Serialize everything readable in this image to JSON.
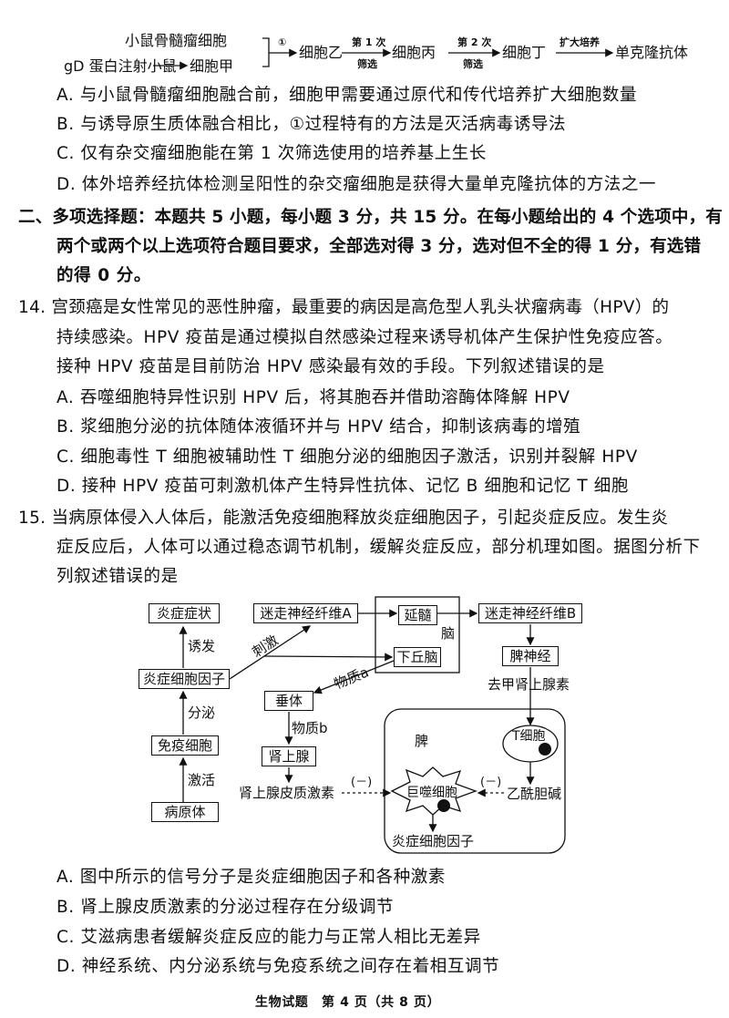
{
  "flow": {
    "myeloma": "小鼠骨髓瘤细胞",
    "injected": "gD 蛋白注射小鼠",
    "cell_jia": "细胞甲",
    "step1": "①",
    "cell_yi": "细胞乙",
    "screen1_top": "第 1 次",
    "screen1_bottom": "筛选",
    "cell_bing": "细胞丙",
    "screen2_top": "第 2 次",
    "screen2_bottom": "筛选",
    "cell_ding": "细胞丁",
    "expand": "扩大培养",
    "result": "单克隆抗体"
  },
  "q13_options": [
    "A. 与小鼠骨髓瘤细胞融合前，细胞甲需要通过原代和传代培养扩大细胞数量",
    "B. 与诱导原生质体融合相比，①过程特有的方法是灭活病毒诱导法",
    "C. 仅有杂交瘤细胞能在第 1 次筛选使用的培养基上生长",
    "D. 体外培养经抗体检测呈阳性的杂交瘤细胞是获得大量单克隆抗体的方法之一"
  ],
  "section2": [
    "二、多项选择题：本题共 5 小题，每小题 3 分，共 15 分。在每小题给出的 4 个选项中，有",
    "两个或两个以上选项符合题目要求，全部选对得 3 分，选对但不全的得 1 分，有选错",
    "的得 0 分。"
  ],
  "q14": {
    "stem": [
      "14. 宫颈癌是女性常见的恶性肿瘤，最重要的病因是高危型人乳头状瘤病毒（HPV）的",
      "持续感染。HPV 疫苗是通过模拟自然感染过程来诱导机体产生保护性免疫应答。",
      "接种 HPV 疫苗是目前防治 HPV 感染最有效的手段。下列叙述错误的是"
    ],
    "options": [
      "A. 吞噬细胞特异性识别 HPV 后，将其胞吞并借助溶酶体降解 HPV",
      "B. 浆细胞分泌的抗体随体液循环并与 HPV 结合，抑制该病毒的增殖",
      "C. 细胞毒性 T 细胞被辅助性 T 细胞分泌的细胞因子激活，识别并裂解 HPV",
      "D. 接种 HPV 疫苗可刺激机体产生特异性抗体、记忆 B 细胞和记忆 T 细胞"
    ]
  },
  "q15": {
    "stem": [
      "15. 当病原体侵入人体后，能激活免疫细胞释放炎症细胞因子，引起炎症反应。发生炎",
      "症反应后，人体可以通过稳态调节机制，缓解炎症反应，部分机理如图。据图分析下",
      "列叙述错误的是"
    ],
    "diagram": {
      "symptoms": "炎症症状",
      "induce": "诱发",
      "cytokine": "炎症细胞因子",
      "secrete": "分泌",
      "immune_cell": "免疫细胞",
      "activate": "激活",
      "pathogen": "病原体",
      "stimulate": "刺激",
      "vagus_a": "迷走神经纤维A",
      "medulla": "延髓",
      "brain": "脑",
      "hypothalamus": "下丘脑",
      "vagus_b": "迷走神经纤维B",
      "splenic_nerve": "脾神经",
      "norepinephrine": "去甲肾上腺素",
      "substance_a": "物质a",
      "pituitary": "垂体",
      "substance_b": "物质b",
      "adrenal": "肾上腺",
      "corticoid": "肾上腺皮质激素",
      "minus1": "(－)",
      "minus2": "(－)",
      "spleen": "脾",
      "t_cell": "T细胞",
      "macrophage": "巨噬细胞",
      "acetylcholine": "乙酰胆碱",
      "cytokine2": "炎症细胞因子"
    },
    "options": [
      "A. 图中所示的信号分子是炎症细胞因子和各种激素",
      "B. 肾上腺皮质激素的分泌过程存在分级调节",
      "C. 艾滋病患者缓解炎症反应的能力与正常人相比无差异",
      "D. 神经系统、内分泌系统与免疫系统之间存在着相互调节"
    ]
  },
  "footer": "生物试题　第 4 页（共 8 页）"
}
